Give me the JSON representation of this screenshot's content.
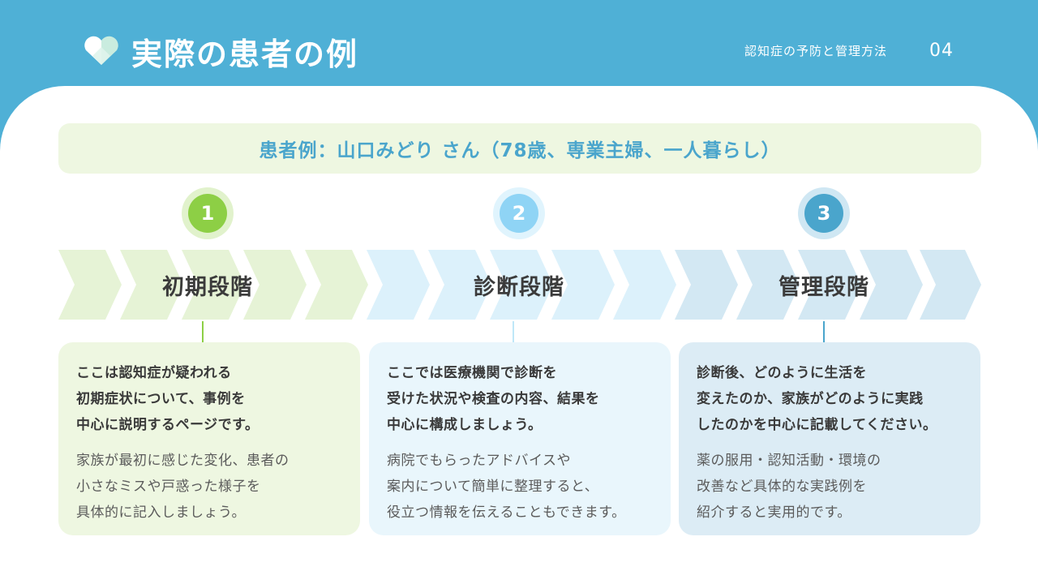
{
  "header": {
    "title": "実際の患者の例",
    "subtitle": "認知症の予防と管理方法",
    "page_number": "04",
    "logo_icon": "heart-icon"
  },
  "patient": {
    "label": "患者例：山口みどり さん（78歳、専業主婦、一人暮らし）"
  },
  "colors": {
    "header_bg": "#4fb0d6",
    "phase1": "#8dcf45",
    "phase2": "#8fd4f5",
    "phase3": "#4aa5cc",
    "card1_bg": "#eef7e1",
    "card2_bg": "#e9f6fc",
    "card3_bg": "#dcecf5"
  },
  "steps": [
    {
      "number": "1",
      "label": "初期段階",
      "lead": [
        "ここは認知症が疑われる",
        "初期症状について、事例を",
        "中心に説明するページです。"
      ],
      "body": [
        "家族が最初に感じた変化、患者の",
        "小さなミスや戸惑った様子を",
        "具体的に記入しましょう。"
      ]
    },
    {
      "number": "2",
      "label": "診断段階",
      "lead": [
        "ここでは医療機関で診断を",
        "受けた状況や検査の内容、結果を",
        "中心に構成しましょう。"
      ],
      "body": [
        "病院でもらったアドバイスや",
        "案内について簡単に整理すると、",
        "役立つ情報を伝えることもできます。"
      ]
    },
    {
      "number": "3",
      "label": "管理段階",
      "lead": [
        "診断後、どのように生活を",
        "変えたのか、家族がどのように実践",
        "したのかを中心に記載してください。"
      ],
      "body": [
        "薬の服用・認知活動・環境の",
        "改善など具体的な実践例を",
        "紹介すると実用的です。"
      ]
    }
  ]
}
